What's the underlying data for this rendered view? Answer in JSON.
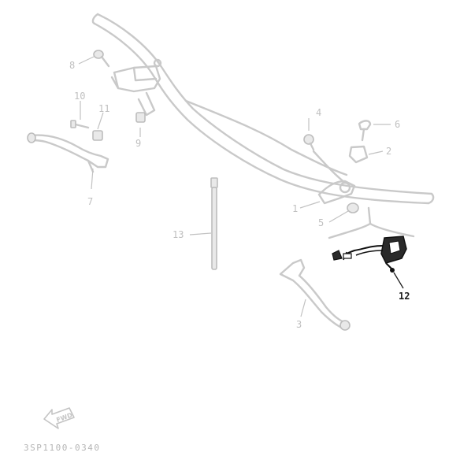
{
  "drawing_code": "3SP1100-0340",
  "direction_badge": "FWD",
  "callouts": [
    {
      "id": "c1",
      "label": "1",
      "highlighted": false
    },
    {
      "id": "c2",
      "label": "2",
      "highlighted": false
    },
    {
      "id": "c3",
      "label": "3",
      "highlighted": false
    },
    {
      "id": "c4",
      "label": "4",
      "highlighted": false
    },
    {
      "id": "c5",
      "label": "5",
      "highlighted": false
    },
    {
      "id": "c6",
      "label": "6",
      "highlighted": false
    },
    {
      "id": "c7",
      "label": "7",
      "highlighted": false
    },
    {
      "id": "c8",
      "label": "8",
      "highlighted": false
    },
    {
      "id": "c9",
      "label": "9",
      "highlighted": false
    },
    {
      "id": "c10",
      "label": "10",
      "highlighted": false
    },
    {
      "id": "c11",
      "label": "11",
      "highlighted": false
    },
    {
      "id": "c12",
      "label": "12",
      "highlighted": true
    },
    {
      "id": "c13",
      "label": "13",
      "highlighted": false
    }
  ],
  "colors": {
    "faint_line": "#c9c9c9",
    "highlight": "#1a1a1a",
    "background": "#ffffff"
  }
}
